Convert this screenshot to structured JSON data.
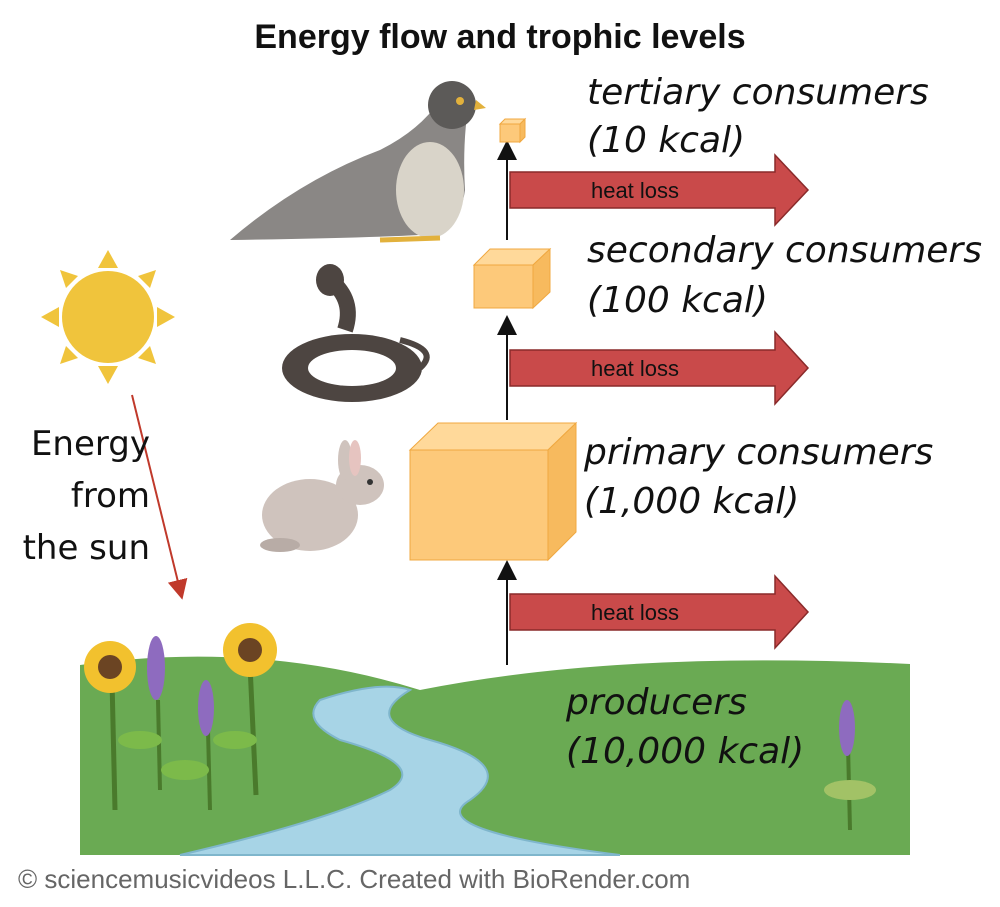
{
  "title": "Energy flow and trophic levels",
  "levels": [
    {
      "name": "tertiary consumers",
      "kcal": "(10 kcal)",
      "icon": "falcon-icon"
    },
    {
      "name": "secondary consumers",
      "kcal": "(100 kcal)",
      "icon": "cobra-icon"
    },
    {
      "name": "primary consumers",
      "kcal": "(1,000 kcal)",
      "icon": "rabbit-icon"
    },
    {
      "name": "producers",
      "kcal": "(10,000 kcal)",
      "icon": "plants-icon"
    }
  ],
  "heat_loss_label": "heat loss",
  "sun_label": [
    "Energy",
    "from",
    "the sun"
  ],
  "footer": "© sciencemusicvideos L.L.C. Created with BioRender.com",
  "colors": {
    "heat_arrow": "#c94a4a",
    "energy_box": "#fdc97a",
    "grass": "#6aaa53",
    "river": "#a7d4e6",
    "sun": "#f0c43c",
    "sun_arrow": "#c0392b"
  }
}
